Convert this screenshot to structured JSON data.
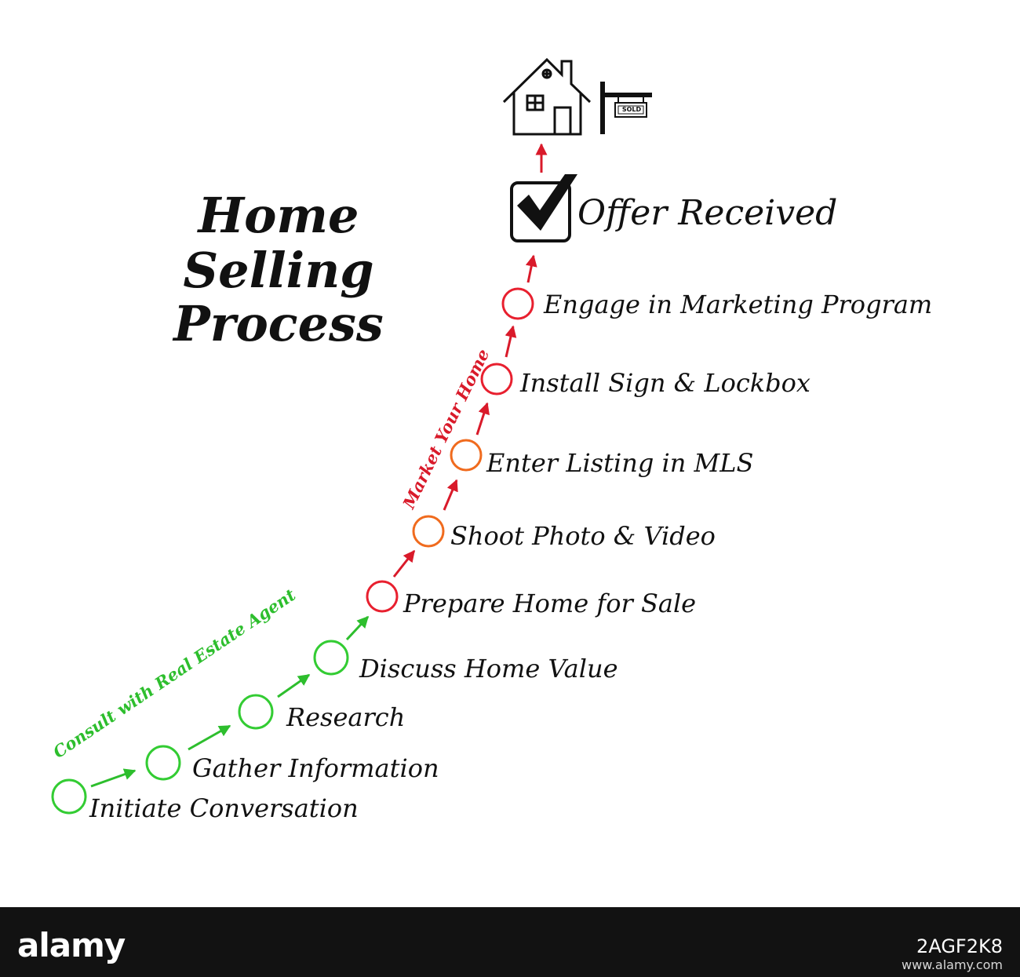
{
  "title": {
    "line1": "Home",
    "line2": "Selling",
    "line3": "Process"
  },
  "colors": {
    "green": "#33cc33",
    "red": "#e8202f",
    "orange": "#f06b1e",
    "ink": "#111111"
  },
  "phases": [
    {
      "label": "Consult with Real Estate Agent",
      "color": "#2dbe2d"
    },
    {
      "label": "Market Your Home",
      "color": "#d91a2a"
    }
  ],
  "steps": [
    {
      "label": "Initiate Conversation",
      "marker_color": "#33cc33"
    },
    {
      "label": "Gather Information",
      "marker_color": "#33cc33"
    },
    {
      "label": "Research",
      "marker_color": "#33cc33"
    },
    {
      "label": "Discuss Home Value",
      "marker_color": "#33cc33"
    },
    {
      "label": "Prepare Home for Sale",
      "marker_color": "#e8202f"
    },
    {
      "label": "Shoot Photo & Video",
      "marker_color": "#f06b1e"
    },
    {
      "label": "Enter Listing in MLS",
      "marker_color": "#f06b1e"
    },
    {
      "label": "Install Sign & Lockbox",
      "marker_color": "#e8202f"
    },
    {
      "label": "Engage in Marketing Program",
      "marker_color": "#e8202f"
    }
  ],
  "milestone": {
    "label": "Offer Received",
    "icon": "checkbox-check-icon"
  },
  "goal": {
    "icon": "house-icon",
    "sign_text": "SOLD"
  },
  "footer": {
    "brand": "alamy",
    "image_id": "2AGF2K8",
    "url": "www.alamy.com"
  }
}
